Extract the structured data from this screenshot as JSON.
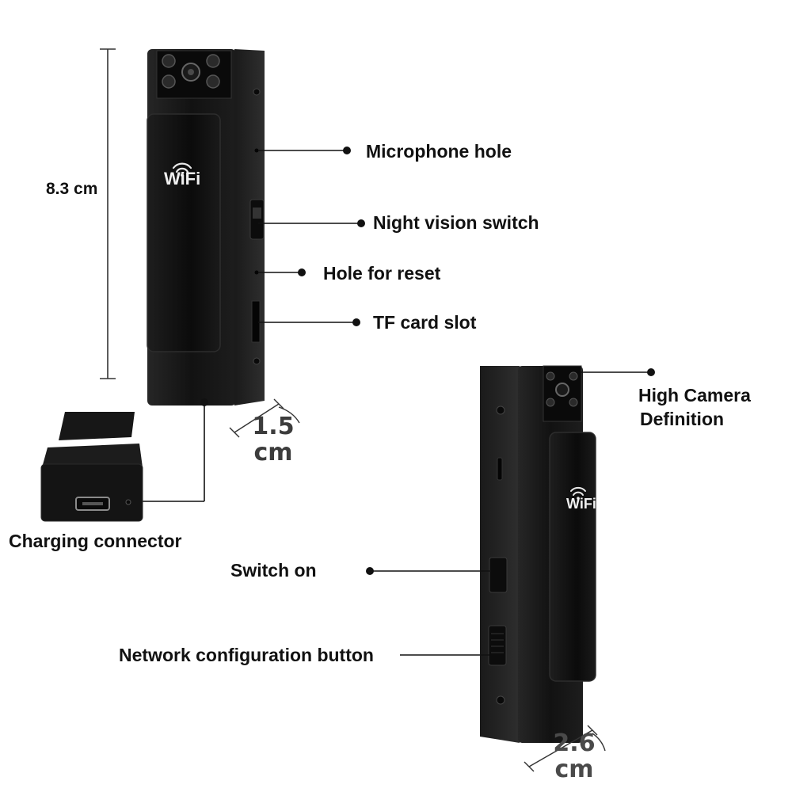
{
  "product": {
    "brand_badge": "WiFi",
    "labels": {
      "microphone_hole": "Microphone hole",
      "night_vision_switch": "Night vision switch",
      "hole_for_reset": "Hole for reset",
      "tf_card_slot": "TF card slot",
      "charging_connector": "Charging connector",
      "high_camera_definition_line1": "High Camera",
      "high_camera_definition_line2": "Definition",
      "switch_on": "Switch on",
      "network_configuration_button": "Network configuration button"
    },
    "dimensions": {
      "height": "8.3 cm",
      "depth_value": "1.5",
      "depth_unit": "cm",
      "width_value": "2.6",
      "width_unit": "cm"
    }
  },
  "colors": {
    "background": "#ffffff",
    "device_body": "#151515",
    "device_edge": "#2a2a2a",
    "clip": "#0e0e0e",
    "text": "#111111",
    "dimension_text": "#3c3c3c",
    "leader_line": "#111111"
  }
}
